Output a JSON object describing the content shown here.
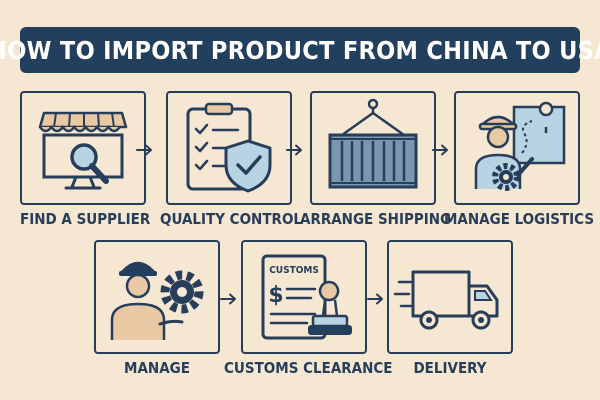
{
  "title": "HOW TO IMPORT PRODUCT FROM CHINA TO USA",
  "steps": [
    {
      "label": "FIND A SUPPLIER",
      "icon": "storefront-magnifier-icon"
    },
    {
      "label": "QUALITY CONTROL",
      "icon": "checklist-shield-icon"
    },
    {
      "label": "ARRANGE SHIPPING",
      "icon": "shipping-container-icon"
    },
    {
      "label": "MANAGE LOGISTICS",
      "icon": "worker-map-icon"
    },
    {
      "label": "MANAGE",
      "icon": "worker-gear-icon"
    },
    {
      "label": "CUSTOMS CLEARANCE",
      "icon": "customs-document-stamp-icon"
    },
    {
      "label": "DELIVERY",
      "icon": "delivery-truck-icon"
    }
  ],
  "customs_doc_text": "CUSTOMS",
  "colors": {
    "background": "#f6e7d3",
    "navy": "#223f5e",
    "accent_blue": "#b8d4e3",
    "accent_tan": "#e8c9a4"
  }
}
